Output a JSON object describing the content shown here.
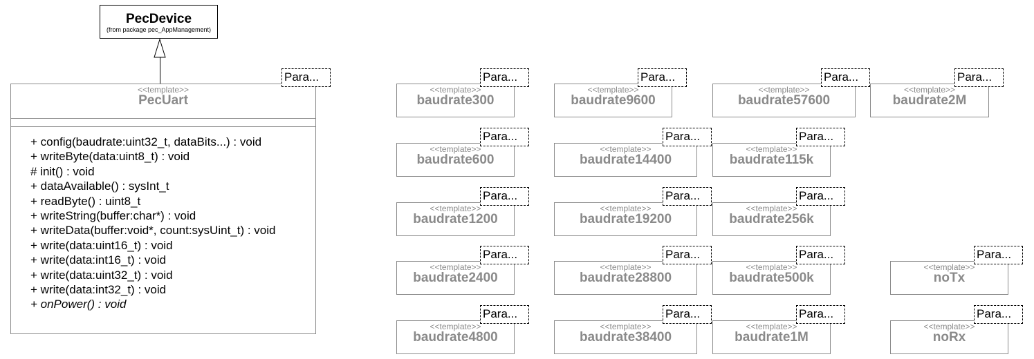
{
  "parent": {
    "name": "PecDevice",
    "from_package": "(from package pec_AppManagement)"
  },
  "main_class": {
    "stereotype": "<<template>>",
    "name": "PecUart",
    "param_label": "Para...",
    "operations": [
      {
        "text": "+ config(baudrate:uint32_t, dataBits...) : void",
        "abstract": false
      },
      {
        "text": "+ writeByte(data:uint8_t) : void",
        "abstract": false
      },
      {
        "text": "# init() : void",
        "abstract": false
      },
      {
        "text": "+ dataAvailable() : sysInt_t",
        "abstract": false
      },
      {
        "text": "+ readByte() : uint8_t",
        "abstract": false
      },
      {
        "text": "+ writeString(buffer:char*) : void",
        "abstract": false
      },
      {
        "text": "+ writeData(buffer:void*, count:sysUint_t) : void",
        "abstract": false
      },
      {
        "text": "+ write(data:uint16_t) : void",
        "abstract": false
      },
      {
        "text": "+ write(data:int16_t) : void",
        "abstract": false
      },
      {
        "text": "+ write(data:uint32_t) : void",
        "abstract": false
      },
      {
        "text": "+ write(data:int32_t) : void",
        "abstract": false
      },
      {
        "text": "+ onPower() : void",
        "abstract": true
      }
    ]
  },
  "templates": [
    {
      "stereotype": "<<template>>",
      "name": "baudrate300",
      "param_label": "Para..."
    },
    {
      "stereotype": "<<template>>",
      "name": "baudrate9600",
      "param_label": "Para..."
    },
    {
      "stereotype": "<<template>>",
      "name": "baudrate57600",
      "param_label": "Para..."
    },
    {
      "stereotype": "<<template>>",
      "name": "baudrate2M",
      "param_label": "Para..."
    },
    {
      "stereotype": "<<template>>",
      "name": "baudrate600",
      "param_label": "Para..."
    },
    {
      "stereotype": "<<template>>",
      "name": "baudrate14400",
      "param_label": "Para..."
    },
    {
      "stereotype": "<<template>>",
      "name": "baudrate115k",
      "param_label": "Para..."
    },
    {
      "stereotype": "<<template>>",
      "name": "baudrate1200",
      "param_label": "Para..."
    },
    {
      "stereotype": "<<template>>",
      "name": "baudrate19200",
      "param_label": "Para..."
    },
    {
      "stereotype": "<<template>>",
      "name": "baudrate256k",
      "param_label": "Para..."
    },
    {
      "stereotype": "<<template>>",
      "name": "baudrate2400",
      "param_label": "Para..."
    },
    {
      "stereotype": "<<template>>",
      "name": "baudrate28800",
      "param_label": "Para..."
    },
    {
      "stereotype": "<<template>>",
      "name": "baudrate500k",
      "param_label": "Para..."
    },
    {
      "stereotype": "<<template>>",
      "name": "noTx",
      "param_label": "Para..."
    },
    {
      "stereotype": "<<template>>",
      "name": "baudrate4800",
      "param_label": "Para..."
    },
    {
      "stereotype": "<<template>>",
      "name": "baudrate38400",
      "param_label": "Para..."
    },
    {
      "stereotype": "<<template>>",
      "name": "baudrate1M",
      "param_label": "Para..."
    },
    {
      "stereotype": "<<template>>",
      "name": "noRx",
      "param_label": "Para..."
    }
  ]
}
